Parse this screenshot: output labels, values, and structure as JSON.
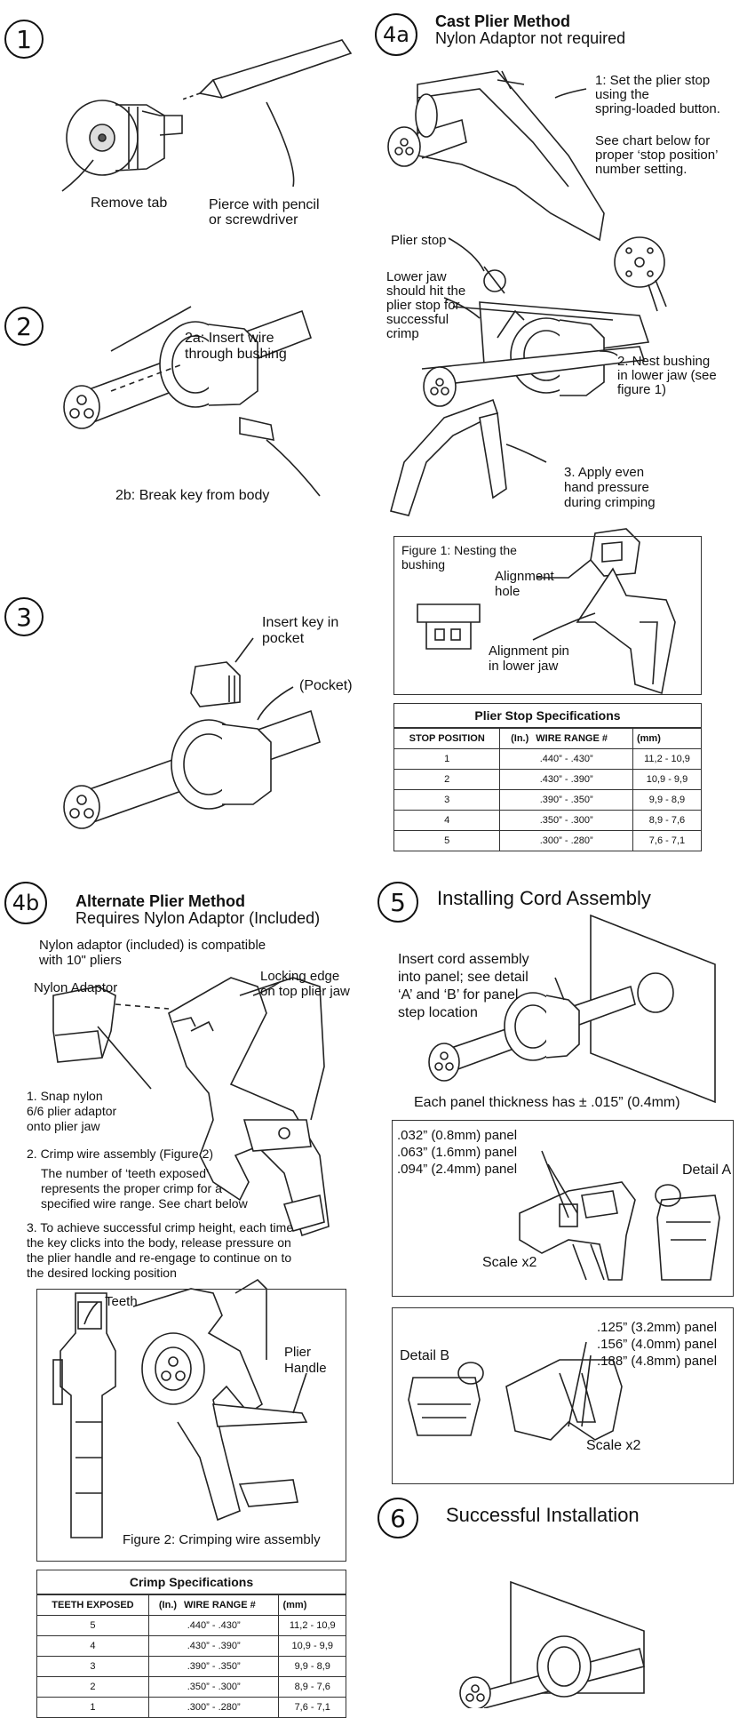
{
  "steps": {
    "s1": {
      "num": "1",
      "remove_tab": "Remove tab",
      "pierce": "Pierce with pencil\nor screwdriver"
    },
    "s2": {
      "num": "2",
      "insert_wire": "2a: Insert wire\nthrough bushing",
      "break_key": "2b: Break key from body"
    },
    "s3": {
      "num": "3",
      "insert_key": "Insert key in\npocket",
      "pocket": "(Pocket)"
    },
    "s4a": {
      "num": "4a",
      "title": "Cast Plier Method",
      "subtitle": "Nylon Adaptor not required",
      "set_stop": "1: Set the plier stop\nusing the\nspring-loaded button.",
      "see_chart": "See chart below for\nproper ‘stop position’\nnumber setting.",
      "plier_stop": "Plier stop",
      "lower_jaw": "Lower jaw\nshould hit the\nplier stop for\nsuccessful\ncrimp",
      "nest": "2. Nest bushing\nin lower jaw (see\nfigure 1)",
      "apply": "3. Apply even\nhand pressure\nduring crimping",
      "fig1_title": "Figure 1: Nesting the\nbushing",
      "alignment_hole": "Alignment\nhole",
      "alignment_pin": "Alignment pin\nin lower jaw"
    },
    "s4b": {
      "num": "4b",
      "title": "Alternate Plier Method",
      "subtitle": "Requires Nylon Adaptor (Included)",
      "compat": "Nylon adaptor (included) is compatible\nwith 10\" pliers",
      "nylon_adaptor": "Nylon Adaptor",
      "locking_edge": "Locking edge\non top plier jaw",
      "snap": "1. Snap nylon\n6/6 plier adaptor\nonto plier jaw",
      "crimp": "2. Crimp wire assembly (Figure 2)",
      "teeth_note": "The number of ‘teeth exposed’\nrepresents the proper crimp for a\nspecified wire range. See chart below",
      "achieve": "3. To achieve successful crimp height, each time\nthe key clicks into the body, release pressure on\nthe plier handle and re-engage to continue on to\nthe desired locking position",
      "teeth": "Teeth",
      "plier_handle": "Plier\nHandle",
      "fig2_caption": "Figure 2: Crimping wire assembly"
    },
    "s5": {
      "num": "5",
      "title": "Installing Cord Assembly",
      "insert_cord": "Insert cord assembly\ninto panel; see detail\n‘A’ and ‘B’ for panel\nstep location",
      "tolerance": "Each panel thickness has ± .015” (0.4mm)",
      "detail_a_panels": ".032” (0.8mm) panel\n.063” (1.6mm) panel\n.094” (2.4mm) panel",
      "detail_a": "Detail A",
      "scale_a": "Scale x2",
      "detail_b_panels": ".125” (3.2mm) panel\n.156” (4.0mm) panel\n.188” (4.8mm) panel",
      "detail_b": "Detail B",
      "scale_b": "Scale x2"
    },
    "s6": {
      "num": "6",
      "title": "Successful Installation"
    }
  },
  "plier_stop_table": {
    "title": "Plier Stop Specifications",
    "headers": [
      "STOP POSITION",
      "(In.)",
      "WIRE RANGE #",
      "(mm)"
    ],
    "rows": [
      [
        "1",
        ".440” - .430”",
        "11,2 - 10,9"
      ],
      [
        "2",
        ".430” - .390”",
        "10,9 - 9,9"
      ],
      [
        "3",
        ".390” - .350”",
        "9,9 - 8,9"
      ],
      [
        "4",
        ".350” - .300”",
        "8,9 - 7,6"
      ],
      [
        "5",
        ".300” - .280”",
        "7,6 - 7,1"
      ]
    ]
  },
  "crimp_table": {
    "title": "Crimp Specifications",
    "headers": [
      "TEETH EXPOSED",
      "(In.)",
      "WIRE RANGE #",
      "(mm)"
    ],
    "rows": [
      [
        "5",
        ".440” - .430”",
        "11,2 - 10,9"
      ],
      [
        "4",
        ".430” - .390”",
        "10,9 - 9,9"
      ],
      [
        "3",
        ".390” - .350”",
        "9,9 - 8,9"
      ],
      [
        "2",
        ".350” - .300”",
        "8,9 - 7,6"
      ],
      [
        "1",
        ".300” - .280”",
        "7,6 - 7,1"
      ]
    ]
  }
}
